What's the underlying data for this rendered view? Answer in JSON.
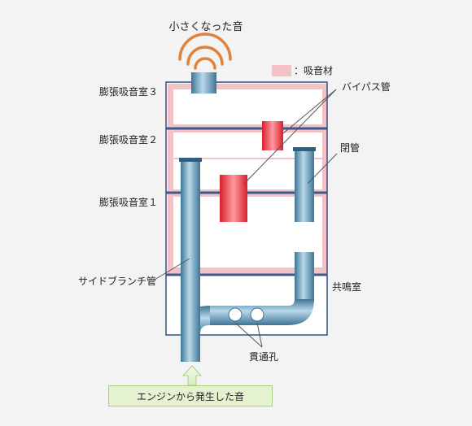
{
  "labels": {
    "quiet_sound": "小さくなった音",
    "legend": "：吸音材",
    "chamber3": "膨張吸音室３",
    "chamber2": "膨張吸音室２",
    "chamber1": "膨張吸音室１",
    "bypass_pipe": "バイパス管",
    "closed_pipe": "閉管",
    "side_branch_pipe": "サイドブランチ管",
    "resonance_chamber": "共鳴室",
    "through_holes": "貫通孔",
    "engine_sound": "エンジンから発生した音"
  },
  "colors": {
    "background": "#f3f3f3",
    "chamber_border": "#3d5a8e",
    "absorbent": "#f4c2c6",
    "pipe": "#6ea0c0",
    "bypass": "#e8333f",
    "sound_wave": "#e0823c",
    "arrow_box": "#e4f2cf"
  }
}
